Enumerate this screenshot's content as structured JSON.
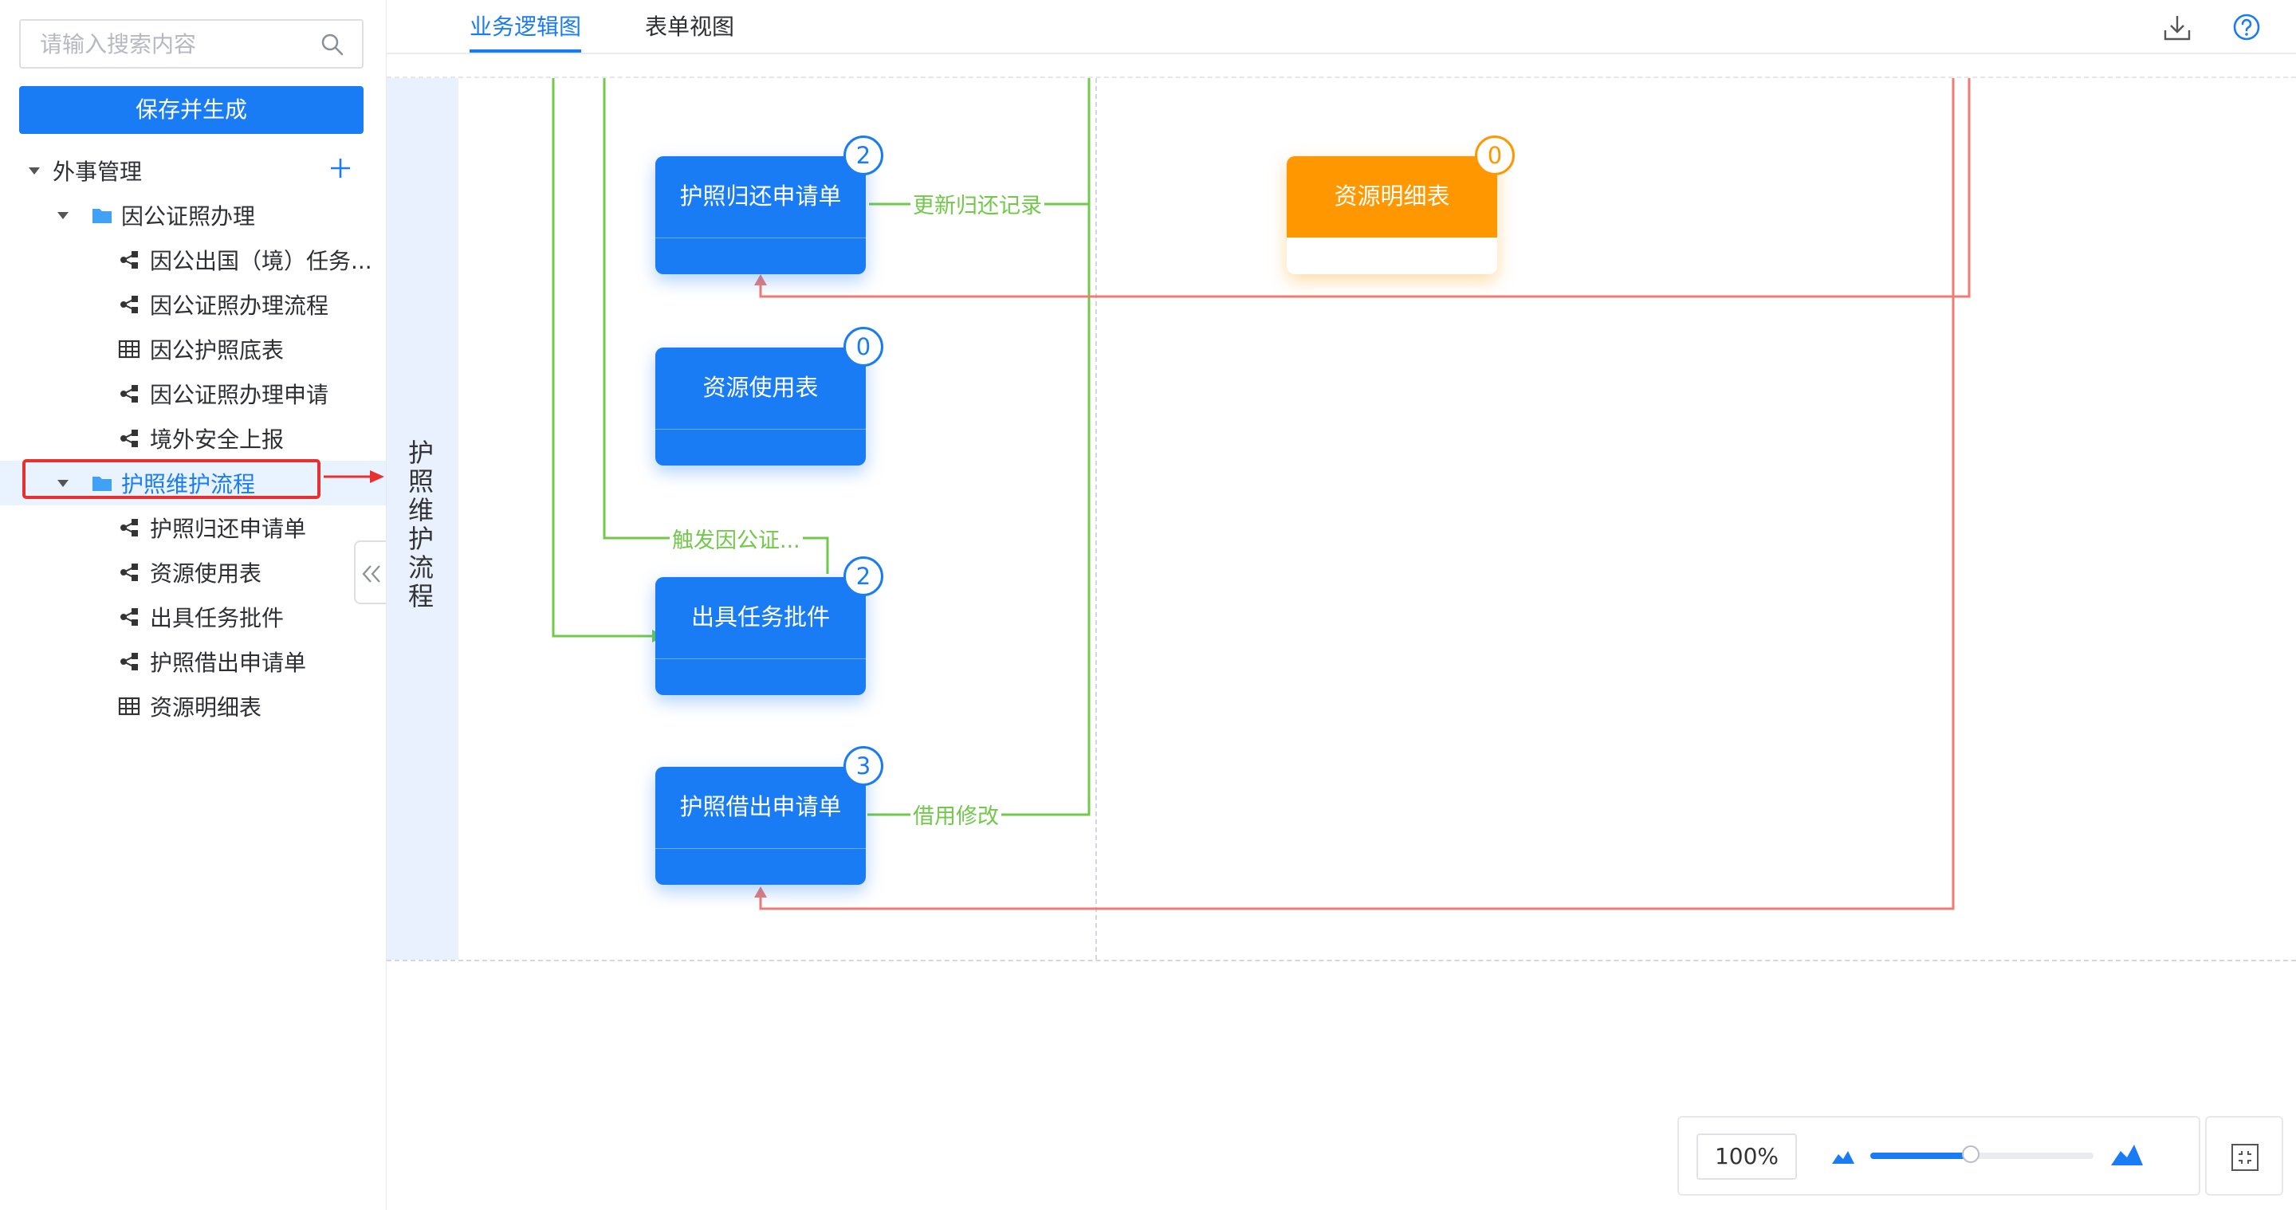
{
  "search": {
    "placeholder": "请输入搜索内容"
  },
  "save_button": "保存并生成",
  "tree": {
    "root": "外事管理",
    "folders": [
      {
        "label": "因公证照办理",
        "children": [
          {
            "label": "因公出国（境）任务...",
            "icon": "flow-icon"
          },
          {
            "label": "因公证照办理流程",
            "icon": "flow-icon"
          },
          {
            "label": "因公护照底表",
            "icon": "table-icon"
          },
          {
            "label": "因公证照办理申请",
            "icon": "flow-icon"
          },
          {
            "label": "境外安全上报",
            "icon": "flow-icon"
          }
        ]
      },
      {
        "label": "护照维护流程",
        "selected": true,
        "children": [
          {
            "label": "护照归还申请单",
            "icon": "flow-icon"
          },
          {
            "label": "资源使用表",
            "icon": "flow-icon"
          },
          {
            "label": "出具任务批件",
            "icon": "flow-icon"
          },
          {
            "label": "护照借出申请单",
            "icon": "flow-icon"
          },
          {
            "label": "资源明细表",
            "icon": "table-icon"
          }
        ]
      }
    ]
  },
  "tabs": [
    "业务逻辑图",
    "表单视图"
  ],
  "active_tab": "业务逻辑图",
  "lane": {
    "title": "护照维护流程"
  },
  "nodes": [
    {
      "title": "护照归还申请单",
      "badge": "2",
      "color": "#1a7cf5"
    },
    {
      "title": "资源使用表",
      "badge": "0",
      "color": "#1a7cf5"
    },
    {
      "title": "出具任务批件",
      "badge": "2",
      "color": "#1a7cf5"
    },
    {
      "title": "护照借出申请单",
      "badge": "3",
      "color": "#1a7cf5"
    },
    {
      "title": "资源明细表",
      "badge": "0",
      "color": "#ff9800"
    }
  ],
  "edge_labels": [
    "更新归还记录",
    "触发因公证...",
    "借用修改"
  ],
  "colors": {
    "accent": "#1a7cf5",
    "edge_green": "#72c84a",
    "edge_red": "#f07b72",
    "highlight": "#e8302f"
  },
  "zoom": {
    "value": "100%",
    "level": 0.45
  }
}
